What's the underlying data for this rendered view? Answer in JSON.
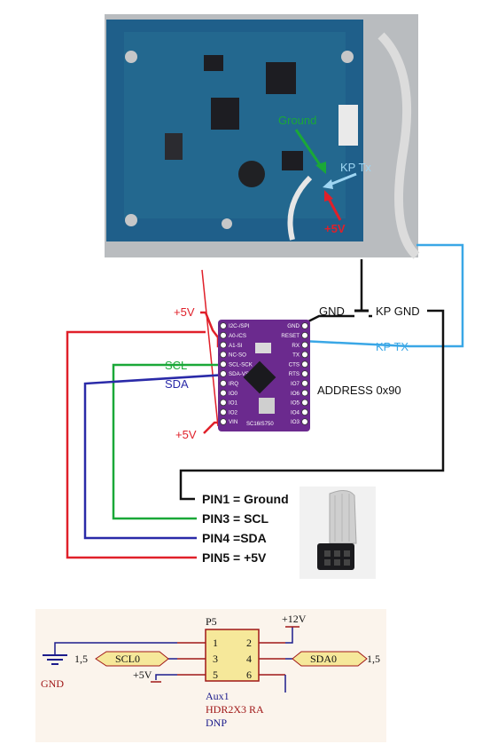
{
  "photo": {
    "ground_label": "Ground",
    "kptx_label": "KP Tx",
    "plus5v_label": "+5V"
  },
  "module": {
    "left_pins": [
      "I2C-/SPI",
      "A0-/CS",
      "A1-SI",
      "NC-SO",
      "SCL-SCK",
      "SDA-VSS",
      "IRQ",
      "IO0",
      "IO1",
      "IO2",
      "VIN"
    ],
    "right_pins": [
      "GND",
      "RESET",
      "RX",
      "TX",
      "CTS",
      "RTS",
      "IO7",
      "IO6",
      "IO5",
      "IO4",
      "IO3"
    ],
    "chip_name": "SC16IS750"
  },
  "wiring": {
    "plus5v_top": "+5V",
    "plus5v_bottom": "+5V",
    "scl": "SCL",
    "sda": "SDA",
    "gnd": "GND",
    "kp_gnd": "KP GND",
    "kp_tx": "KP TX",
    "address": "ADDRESS 0x90",
    "pin1": "PIN1 = Ground",
    "pin3": "PIN3 = SCL",
    "pin4": "PIN4 =SDA",
    "pin5": "PIN5 = +5V"
  },
  "schematic": {
    "ref": "P5",
    "pins": [
      "1",
      "2",
      "3",
      "4",
      "5",
      "6"
    ],
    "plus12v": "+12V",
    "plus5v": "+5V",
    "gnd": "GND",
    "scl0": "SCL0",
    "sda0": "SDA0",
    "sheet_left": "1,5",
    "sheet_right": "1,5",
    "aux": "Aux1",
    "part": "HDR2X3 RA",
    "dnp": "DNP"
  },
  "colors": {
    "red": "#e0202a",
    "blue_dark": "#2a2aa8",
    "green": "#1aa838",
    "cyan": "#3aa7e6",
    "board_purple": "#6b2a8e",
    "pcb_blue": "#1f5f8a",
    "schem_red": "#a01818",
    "schem_blue": "#1c1c8c",
    "schem_yellow": "#f6e89a"
  }
}
